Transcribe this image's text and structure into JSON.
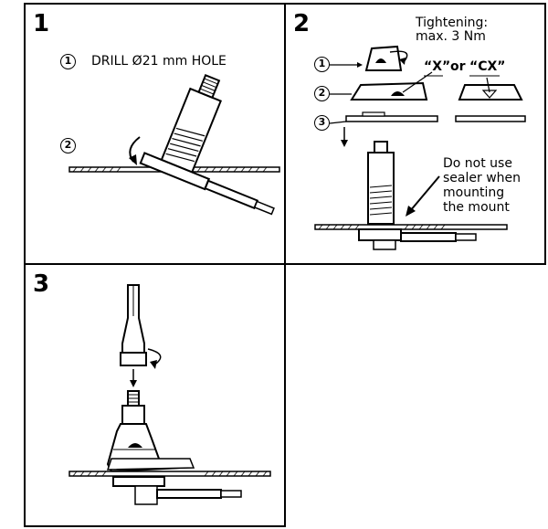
{
  "panels": [
    {
      "number": "1",
      "steps": [
        {
          "marker": "1",
          "text": "DRILL Ø21 mm HOLE"
        },
        {
          "marker": "2"
        }
      ]
    },
    {
      "number": "2",
      "markers": [
        "1",
        "2",
        "3"
      ],
      "tightening": [
        "Tightening:",
        "max. 3 Nm"
      ],
      "variant_labels": {
        "x": "“X”",
        "or": "or",
        "cx": "“CX”"
      },
      "warning": [
        "Do not use",
        "sealer when",
        "mounting",
        "the mount"
      ]
    },
    {
      "number": "3"
    }
  ]
}
